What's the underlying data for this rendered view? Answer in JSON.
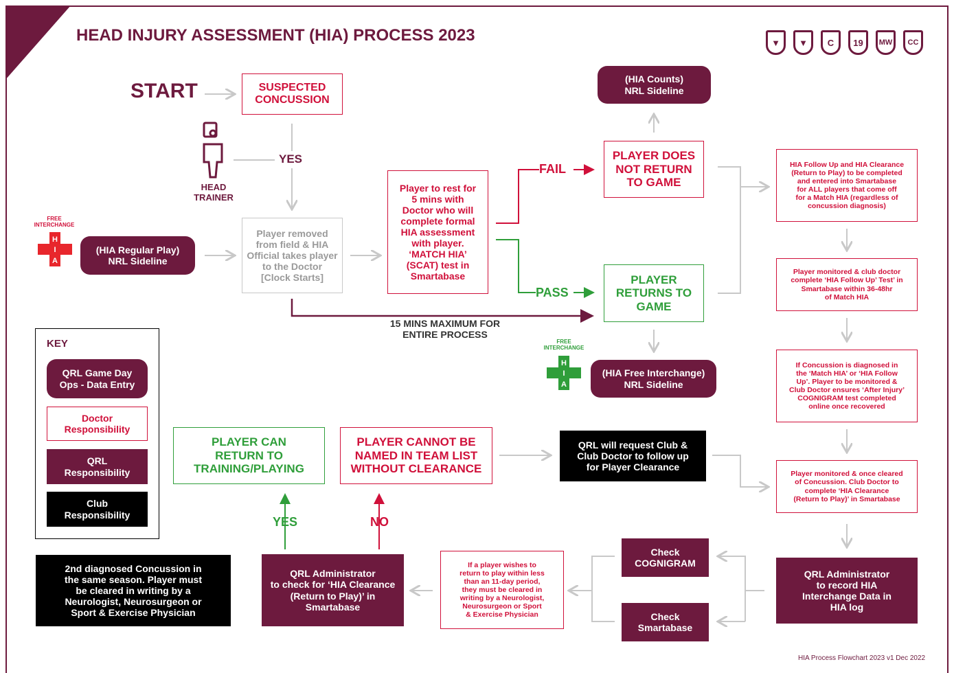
{
  "title": "HEAD INJURY ASSESSMENT (HIA) PROCESS 2023",
  "logos": [
    "cup-icon",
    "cup-icon",
    "C",
    "19",
    "MW",
    "CC"
  ],
  "colors": {
    "maroon": "#6d1a3e",
    "red": "#d0103a",
    "green": "#2f9e3a",
    "grey": "#c8c8c8",
    "black": "#000000"
  },
  "flow": {
    "start": "START",
    "suspected": "SUSPECTED\nCONCUSSION",
    "yes_top": "YES",
    "head_trainer": "HEAD\nTRAINER",
    "free_interchange_top": "FREE\nINTERCHANGE",
    "hia_regular": "(HIA Regular Play)\nNRL Sideline",
    "player_removed": "Player removed\nfrom field & HIA\nOfficial takes player\nto the Doctor\n[Clock Starts]",
    "rest": "Player to rest for\n5 mins with\nDoctor who will\ncomplete formal\nHIA assessment\nwith player.\n‘MATCH HIA’\n(SCAT) test in\nSmartabase",
    "fail": "FAIL",
    "pass": "PASS",
    "hia_counts": "(HIA Counts)\nNRL Sideline",
    "not_return": "PLAYER DOES\nNOT RETURN\nTO GAME",
    "returns": "PLAYER\nRETURNS TO\nGAME",
    "fifteen": "15 MINS MAXIMUM FOR\nENTIRE PROCESS",
    "free_interchange_mid": "FREE\nINTERCHANGE",
    "hia_free": "(HIA Free Interchange)\nNRL Sideline",
    "follow_up": "HIA Follow Up and HIA Clearance\n(Return to Play) to be completed\nand entered into Smartabase\nfor ALL players that come off\nfor a Match HIA (regardless of\nconcussion diagnosis)",
    "monitored": "Player monitored & club doctor\ncomplete ‘HIA Follow Up’ Test’ in\nSmartabase within 36-48hr\nof Match HIA",
    "diagnosed": "If Concussion is diagnosed in\nthe ‘Match HIA’ or ‘HIA Follow\nUp’. Player to be monitored &\nClub Doctor ensures ‘After Injury’\nCOGNIGRAM test completed\nonline once recovered",
    "cleared": "Player monitored & once cleared\nof Concussion. Club Doctor to\ncomplete ‘HIA Clearance\n(Return to Play)’ in Smartabase",
    "record": "QRL Administrator\nto record HIA\nInterchange Data in\nHIA log",
    "check_cognigram": "Check\nCOGNIGRAM",
    "check_smartabase": "Check\nSmartabase",
    "eleven_day": "If a player wishes to\nreturn to play within less\nthan an 11-day period,\nthey must be cleared in\nwriting by a Neurologist,\nNeurosurgeon or Sport\n& Exercise Physician",
    "qrl_admin": "QRL Administrator\nto check for ‘HIA Clearance\n(Return to Play)’ in\nSmartabase",
    "second": "2nd diagnosed Concussion in\nthe same season. Player must\nbe cleared in writing by a\nNeurologist, Neurosurgeon or\nSport & Exercise Physician",
    "can_return": "PLAYER CAN\nRETURN TO\nTRAINING/PLAYING",
    "cannot": "PLAYER CANNOT BE\nNAMED IN TEAM LIST\nWITHOUT CLEARANCE",
    "qrl_request": "QRL will request Club &\nClub Doctor to follow up\nfor Player Clearance",
    "yes_bottom": "YES",
    "no_bottom": "NO"
  },
  "key": {
    "title": "KEY",
    "items": [
      "QRL Game Day\nOps - Data Entry",
      "Doctor\nResponsibility",
      "QRL\nResponsibility",
      "Club\nResponsibility"
    ]
  },
  "footer": "HIA Process Flowchart 2023 v1 Dec 2022"
}
